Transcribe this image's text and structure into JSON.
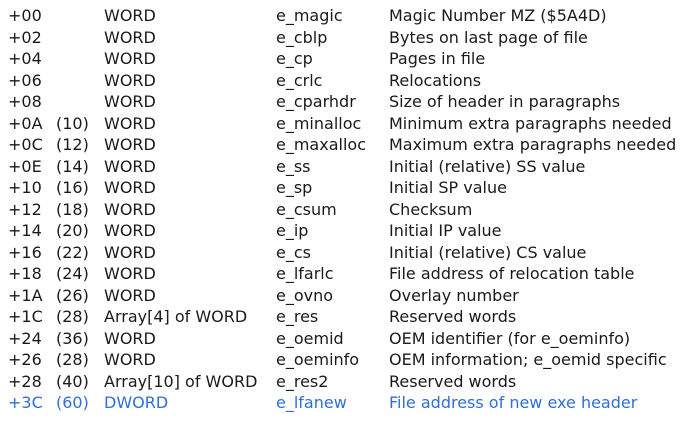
{
  "rows": [
    {
      "offset": "+00",
      "dec": "",
      "type": "WORD",
      "field": "e_magic",
      "desc": "Magic Number MZ ($5A4D)"
    },
    {
      "offset": "+02",
      "dec": "",
      "type": "WORD",
      "field": "e_cblp",
      "desc": "Bytes on last page of file"
    },
    {
      "offset": "+04",
      "dec": "",
      "type": "WORD",
      "field": "e_cp",
      "desc": "Pages in file"
    },
    {
      "offset": "+06",
      "dec": "",
      "type": "WORD",
      "field": "e_crlc",
      "desc": "Relocations"
    },
    {
      "offset": "+08",
      "dec": "",
      "type": "WORD",
      "field": "e_cparhdr",
      "desc": "Size of header in paragraphs"
    },
    {
      "offset": "+0A",
      "dec": "(10)",
      "type": "WORD",
      "field": "e_minalloc",
      "desc": "Minimum extra paragraphs needed"
    },
    {
      "offset": "+0C",
      "dec": "(12)",
      "type": "WORD",
      "field": "e_maxalloc",
      "desc": "Maximum extra paragraphs needed"
    },
    {
      "offset": "+0E",
      "dec": "(14)",
      "type": "WORD",
      "field": "e_ss",
      "desc": "Initial (relative) SS value"
    },
    {
      "offset": "+10",
      "dec": "(16)",
      "type": "WORD",
      "field": "e_sp",
      "desc": "Initial SP value"
    },
    {
      "offset": "+12",
      "dec": "(18)",
      "type": "WORD",
      "field": "e_csum",
      "desc": "Checksum"
    },
    {
      "offset": "+14",
      "dec": "(20)",
      "type": "WORD",
      "field": "e_ip",
      "desc": "Initial IP value"
    },
    {
      "offset": "+16",
      "dec": "(22)",
      "type": "WORD",
      "field": "e_cs",
      "desc": "Initial (relative) CS value"
    },
    {
      "offset": "+18",
      "dec": "(24)",
      "type": "WORD",
      "field": "e_lfarlc",
      "desc": "File address of relocation table"
    },
    {
      "offset": "+1A",
      "dec": "(26)",
      "type": "WORD",
      "field": "e_ovno",
      "desc": "Overlay number"
    },
    {
      "offset": "+1C",
      "dec": "(28)",
      "type": "Array[4] of WORD",
      "field": "e_res",
      "desc": "Reserved words"
    },
    {
      "offset": "+24",
      "dec": "(36)",
      "type": "WORD",
      "field": "e_oemid",
      "desc": "OEM identifier (for e_oeminfo)"
    },
    {
      "offset": "+26",
      "dec": "(28)",
      "type": "WORD",
      "field": "e_oeminfo",
      "desc": "OEM information; e_oemid specific"
    },
    {
      "offset": "+28",
      "dec": "(40)",
      "type": "Array[10] of WORD",
      "field": "e_res2",
      "desc": "Reserved words"
    },
    {
      "offset": "+3C",
      "dec": "(60)",
      "type": "DWORD",
      "field": "e_lfanew",
      "desc": "File address of new exe header",
      "highlight": true
    }
  ],
  "highlight_color": "#2f6fd6",
  "text_color": "#1a1a1a"
}
